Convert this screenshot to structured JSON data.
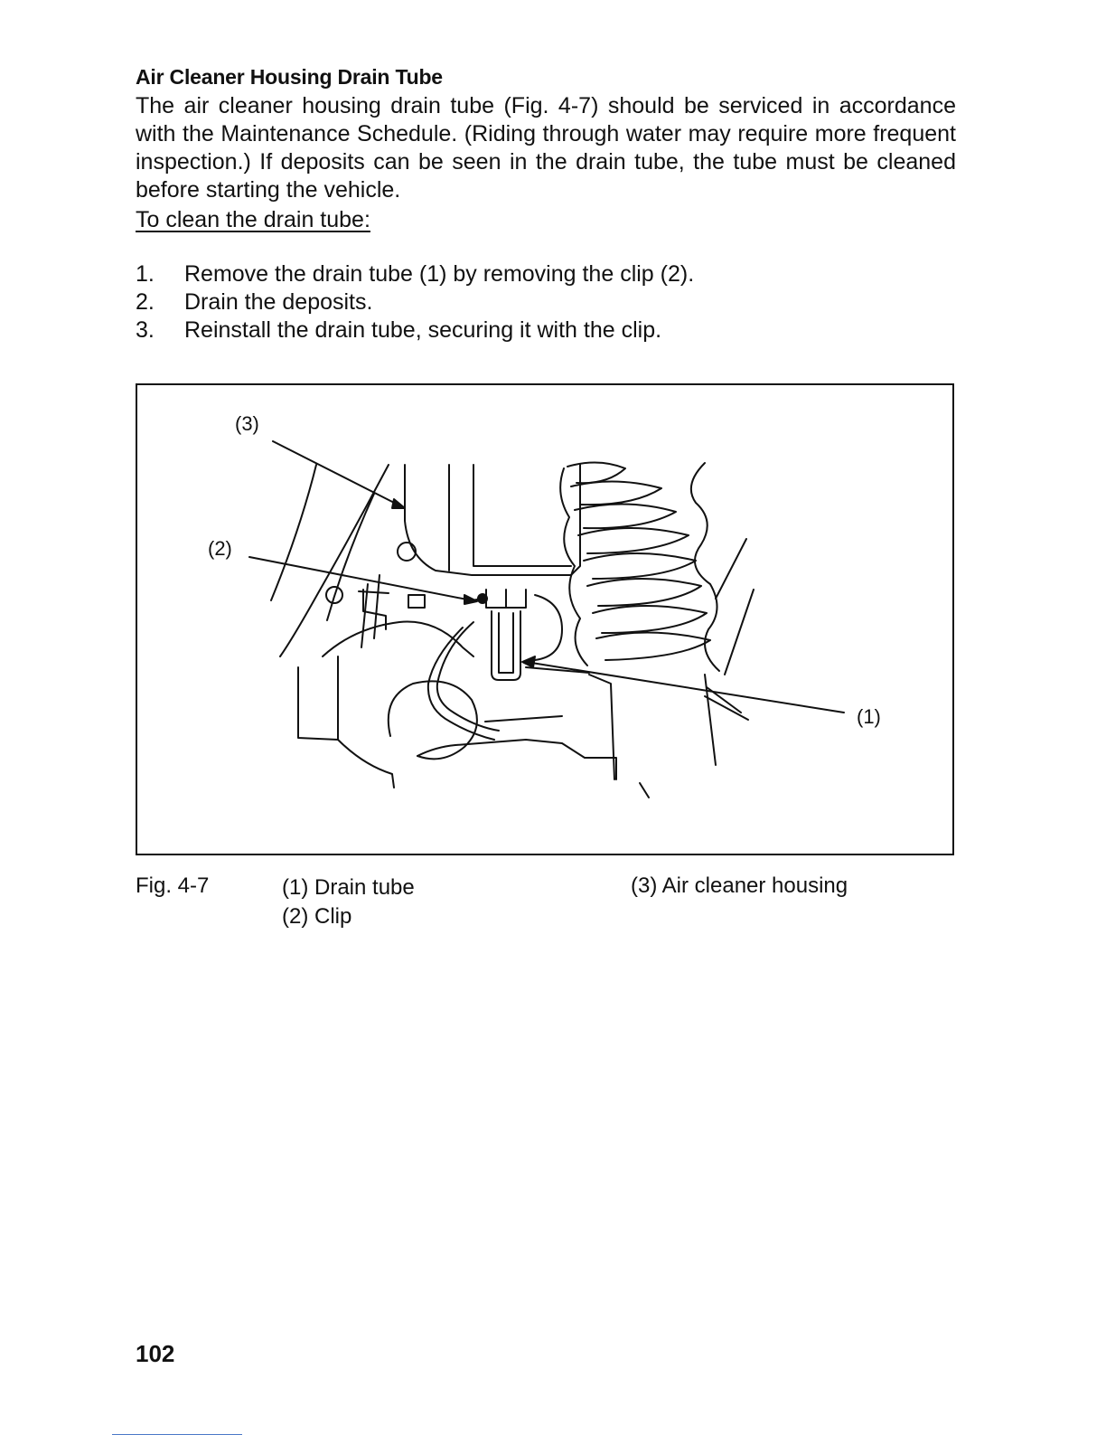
{
  "section": {
    "heading": "Air Cleaner Housing Drain Tube",
    "intro": "The air cleaner housing drain tube (Fig. 4-7) should be serviced in accordance with the Maintenance Schedule. (Riding through water may require more frequent inspection.) If deposits can be seen in the drain tube, the tube must be cleaned before starting the vehicle."
  },
  "procedure": {
    "title": "To clean the drain tube:",
    "steps": [
      {
        "num": "1.",
        "text": "Remove the drain tube (1) by removing the clip (2)."
      },
      {
        "num": "2.",
        "text": "Drain the deposits."
      },
      {
        "num": "3.",
        "text": "Reinstall the drain tube, securing it with the clip."
      }
    ]
  },
  "figure": {
    "callouts": {
      "one": "(1)",
      "two": "(2)",
      "three": "(3)"
    },
    "caption": {
      "fig_label": "Fig. 4-7",
      "item1": "(1) Drain tube",
      "item2": "(2) Clip",
      "item3": "(3) Air cleaner housing"
    }
  },
  "page": {
    "number": "102"
  }
}
